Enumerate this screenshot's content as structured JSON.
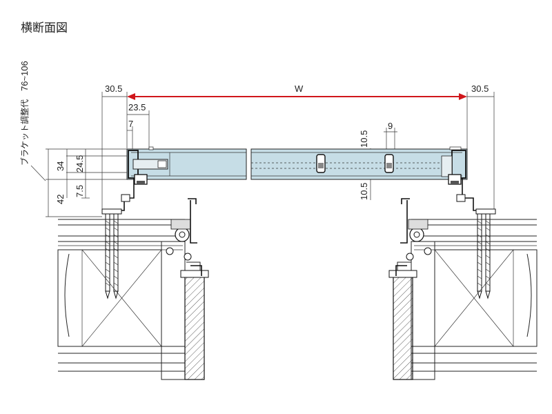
{
  "title": "横断面図",
  "bracket_label": "ブラケット調整代",
  "bracket_range": "76~106",
  "dims": {
    "w": "W",
    "left_30_5": "30.5",
    "right_30_5": "30.5",
    "d23_5": "23.5",
    "d7": "7",
    "d9": "9",
    "d10_5_top": "10.5",
    "d10_5_bottom": "10.5",
    "d24_5": "24.5",
    "d34": "34",
    "d7_5": "7.5",
    "d42": "42"
  },
  "colors": {
    "panel": "#c6dde6",
    "w_arrow": "#d0161b"
  }
}
